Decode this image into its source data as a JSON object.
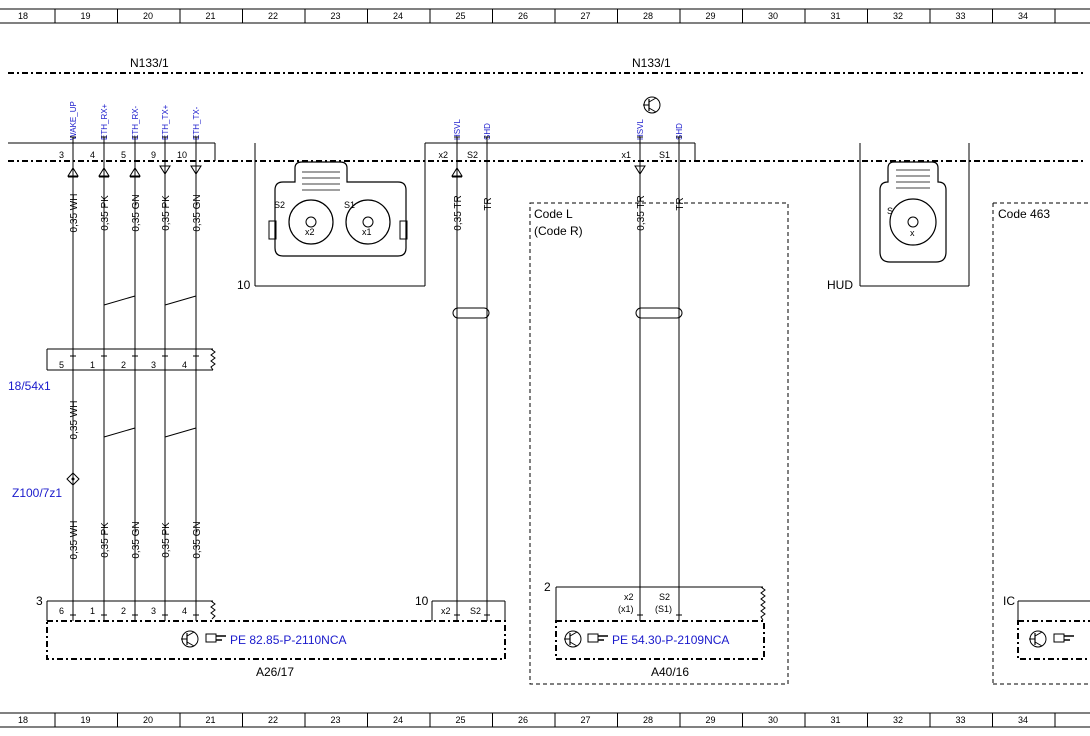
{
  "grid": {
    "columns": [
      "18",
      "19",
      "20",
      "21",
      "22",
      "23",
      "24",
      "25",
      "26",
      "27",
      "28",
      "29",
      "30",
      "31",
      "32",
      "33",
      "34"
    ]
  },
  "module": {
    "name_left": "N133/1",
    "name_right": "N133/1"
  },
  "connector_pins": [
    {
      "label": "WAKE_UP",
      "pin": "3"
    },
    {
      "label": "ETH_RX+",
      "pin": "4"
    },
    {
      "label": "ETH_RX-",
      "pin": "5"
    },
    {
      "label": "ETH_TX+",
      "pin": "9"
    },
    {
      "label": "ETH_TX-",
      "pin": "10"
    },
    {
      "label": "HSVL",
      "pin": "x2"
    },
    {
      "label": "SHD",
      "pin": "S2"
    },
    {
      "label": "HSVL",
      "pin": "x1"
    },
    {
      "label": "SHD",
      "pin": "S1"
    }
  ],
  "connector_labels": {
    "c10": "10",
    "hud": "HUD",
    "plug_s2": "S2",
    "plug_s1": "S1",
    "plug_x2": "x2",
    "plug_x1": "x1",
    "hud_s": "S",
    "hud_x": "x"
  },
  "wires_upper": [
    {
      "text": "0,35 WH"
    },
    {
      "text": "0,35 PK"
    },
    {
      "text": "0,35 GN"
    },
    {
      "text": "0,35 PK"
    },
    {
      "text": "0,35 GN"
    },
    {
      "text": "0,35 TR"
    },
    {
      "text": "TR"
    },
    {
      "text": "0,35 TR"
    },
    {
      "text": "TR"
    }
  ],
  "wires_lower": [
    {
      "text": "0,35 WH"
    },
    {
      "text": "0,35 PK"
    },
    {
      "text": "0,35 GN"
    },
    {
      "text": "0,35 PK"
    },
    {
      "text": "0,35 GN"
    }
  ],
  "mid_connector": {
    "pins": [
      "5",
      "1",
      "2",
      "3",
      "4"
    ],
    "wire_wh": "0,35 WH",
    "ref": "18/54x1"
  },
  "splice": "Z100/7z1",
  "codes": {
    "code_l": "Code L",
    "code_r": "(Code R)",
    "code_463": "Code 463"
  },
  "bottom": {
    "a26_conn_num": "3",
    "a26_pins": [
      "6",
      "1",
      "2",
      "3",
      "4"
    ],
    "a26_ref": "PE 82.85-P-2110NCA",
    "a26_name": "A26/17",
    "mid_num": "10",
    "mid_pins": [
      "x2",
      "S2"
    ],
    "a40_num": "2",
    "a40_pin1": "x2",
    "a40_pin1_sub": "(x1)",
    "a40_pin2": "S2",
    "a40_pin2_sub": "(S1)",
    "a40_ref": "PE 54.30-P-2109NCA",
    "a40_name": "A40/16",
    "ic": "IC"
  }
}
